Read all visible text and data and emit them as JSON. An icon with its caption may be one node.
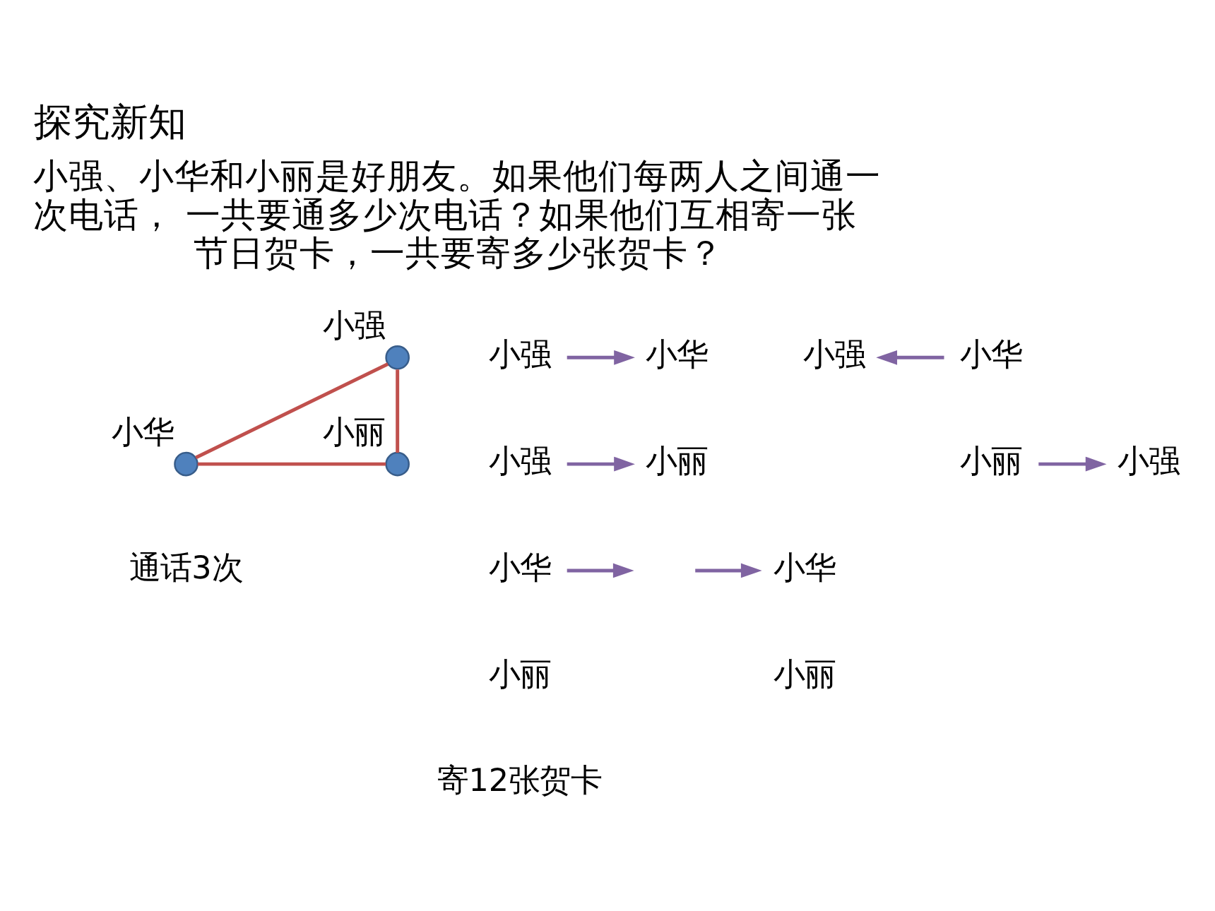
{
  "diagram": {
    "title": "探究新知",
    "nodes": [
      {
        "text": [],
        "shape": "circle",
        "beside": [
          "小强"
        ]
      },
      {
        "text": [],
        "shape": "circle",
        "beside": [
          "小华"
        ]
      },
      {
        "text": [],
        "shape": "circle",
        "beside": [
          "小丽"
        ]
      },
      {
        "text": [
          "小强"
        ]
      },
      {
        "text": [
          "小华"
        ]
      },
      {
        "text": [
          "小强"
        ]
      },
      {
        "text": [
          "小华"
        ]
      },
      {
        "text": [
          "小强"
        ]
      },
      {
        "text": [
          "小丽"
        ]
      },
      {
        "text": [
          "小强"
        ]
      },
      {
        "text": [
          "小丽"
        ]
      },
      {
        "text": [
          "小华"
        ]
      },
      {
        "text": [
          "小华"
        ]
      }
    ],
    "edges": [
      {
        "from": 0,
        "to": 1,
        "arrow": "none",
        "color": "#c0504d"
      },
      {
        "from": 0,
        "to": 2,
        "arrow": "none",
        "color": "#c0504d"
      },
      {
        "from": 1,
        "to": 2,
        "arrow": "none",
        "color": "#c0504d"
      },
      {
        "from": 3,
        "to": 4,
        "arrow": "to"
      },
      {
        "from": 6,
        "to": 5,
        "arrow": "to"
      },
      {
        "from": 7,
        "to": 8,
        "arrow": "to"
      },
      {
        "from": 10,
        "to": 9,
        "arrow": "to"
      },
      {
        "from": 11,
        "to": null,
        "arrow": "to"
      },
      {
        "from": null,
        "to": 12,
        "arrow": "to"
      }
    ],
    "labels": [
      "小强、小华和小丽是好朋友。如果他们每两人之间通一次电话， 一共要通多少次电话？如果他们互相寄一张节日贺卡，一共要寄多少张贺卡？",
      "小丽",
      "小丽",
      "通话3次",
      "寄12张贺卡"
    ]
  }
}
